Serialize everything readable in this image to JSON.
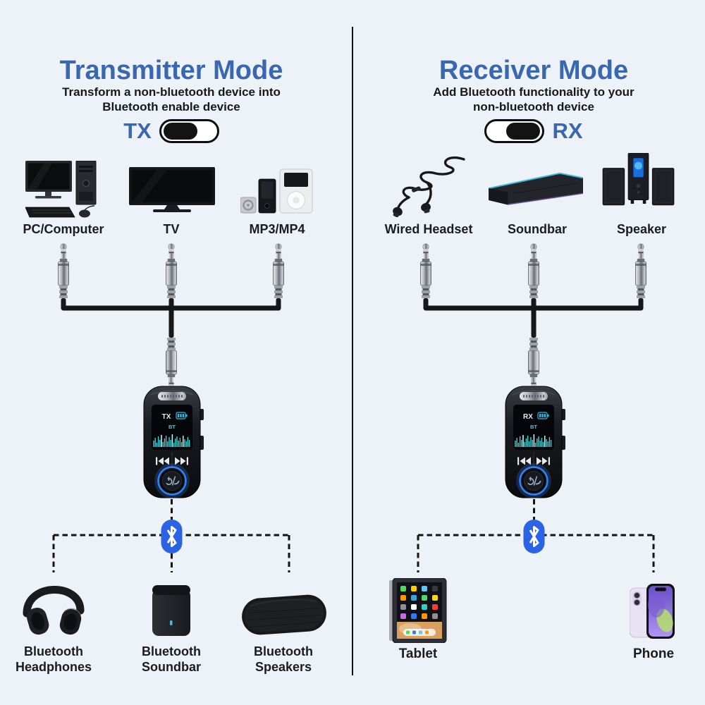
{
  "page": {
    "background_color": "#edf1f8",
    "accent_blue": "#3a67ae",
    "bluetooth_blue": "#2a63e4",
    "screen_cyan": "#3ed3d6",
    "ring_blue": "#2f80f2",
    "toggle_black": "#131313"
  },
  "left": {
    "title": "Transmitter Mode",
    "subtitle": "Transform a non-bluetooth device into\nBluetooth enable device",
    "toggle": {
      "label": "TX",
      "state": "tx"
    },
    "sources": [
      {
        "label": "PC/Computer",
        "icon": "desktop-computer-icon"
      },
      {
        "label": "TV",
        "icon": "tv-icon"
      },
      {
        "label": "MP3/MP4",
        "icon": "mp3-player-icon"
      }
    ],
    "device": {
      "mode_label": "TX",
      "bt_label": "BT"
    },
    "sinks": [
      {
        "label": "Bluetooth\nHeadphones",
        "icon": "bluetooth-headphones-icon"
      },
      {
        "label": "Bluetooth\nSoundbar",
        "icon": "bluetooth-soundbar-icon"
      },
      {
        "label": "Bluetooth\nSpeakers",
        "icon": "bluetooth-speakers-icon"
      }
    ]
  },
  "right": {
    "title": "Receiver Mode",
    "subtitle": "Add Bluetooth functionality to your\nnon-bluetooth device",
    "toggle": {
      "label": "RX",
      "state": "rx"
    },
    "sources": [
      {
        "label": "Wired Headset",
        "icon": "wired-headset-icon"
      },
      {
        "label": "Soundbar",
        "icon": "soundbar-icon"
      },
      {
        "label": "Speaker",
        "icon": "speaker-system-icon"
      }
    ],
    "device": {
      "mode_label": "RX",
      "bt_label": "BT"
    },
    "sinks": [
      {
        "label": "Tablet",
        "icon": "tablet-icon"
      },
      {
        "label": "Phone",
        "icon": "phone-icon"
      }
    ]
  }
}
